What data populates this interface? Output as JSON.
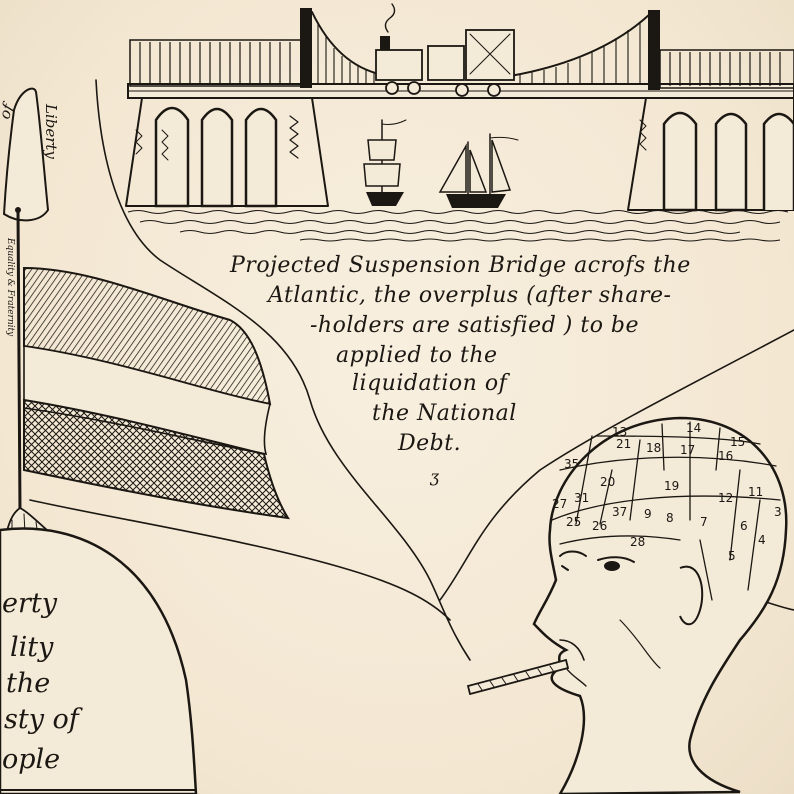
{
  "bridge_caption": {
    "line1": "Projected Suspension Bridge acrofs the",
    "line2": "Atlantic, the overplus (after share-",
    "line3": "-holders are satisfied ) to be",
    "line4": "applied to the",
    "line5": "liquidation of",
    "line6": "the National",
    "line7": "Debt."
  },
  "pole_label": "Liberty",
  "pole_label_partial": "of",
  "pole_vertical_text": "Equality & Fraternity",
  "plate_text": {
    "line1": "erty",
    "line2": "lity",
    "line3": "the",
    "line4": "sty of",
    "line5": "ople"
  },
  "phrenology_numbers": [
    "13",
    "14",
    "15",
    "21",
    "18",
    "17",
    "16",
    "35",
    "20",
    "19",
    "12",
    "11",
    "27",
    "31",
    "37",
    "9",
    "8",
    "7",
    "6",
    "5",
    "4",
    "3",
    "25",
    "26",
    "28"
  ],
  "palette": {
    "paper": "#f4ead8",
    "ink": "#1b1712"
  },
  "icons": [
    "steam-train-icon",
    "sailing-ship-icon",
    "liberty-cap-icon",
    "striped-flag-icon",
    "phrenology-head-icon",
    "cigar-icon"
  ]
}
